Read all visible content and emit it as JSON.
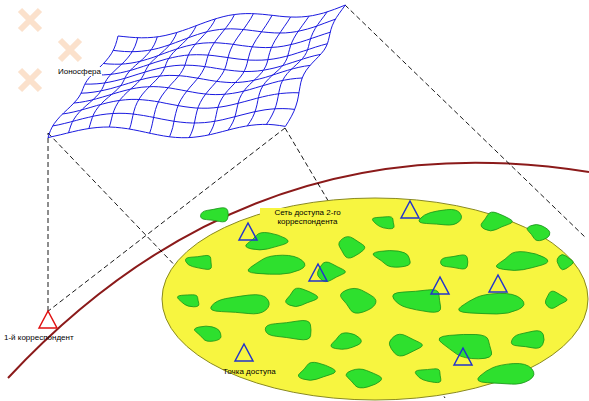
{
  "diagram": {
    "nodes": [
      {
        "text": [
          "Ионосфера"
        ]
      },
      {
        "text": [
          "1-й корреспондент"
        ]
      },
      {
        "text": [
          "Сеть доступа 2-го корреспондента"
        ]
      },
      {
        "text": [
          "Точка доступа"
        ],
        "in": 2
      }
    ],
    "edges": [
      {
        "from": 1,
        "to": 0,
        "arrow": "none"
      },
      {
        "from": 0,
        "to": 2,
        "arrow": "none"
      }
    ]
  }
}
